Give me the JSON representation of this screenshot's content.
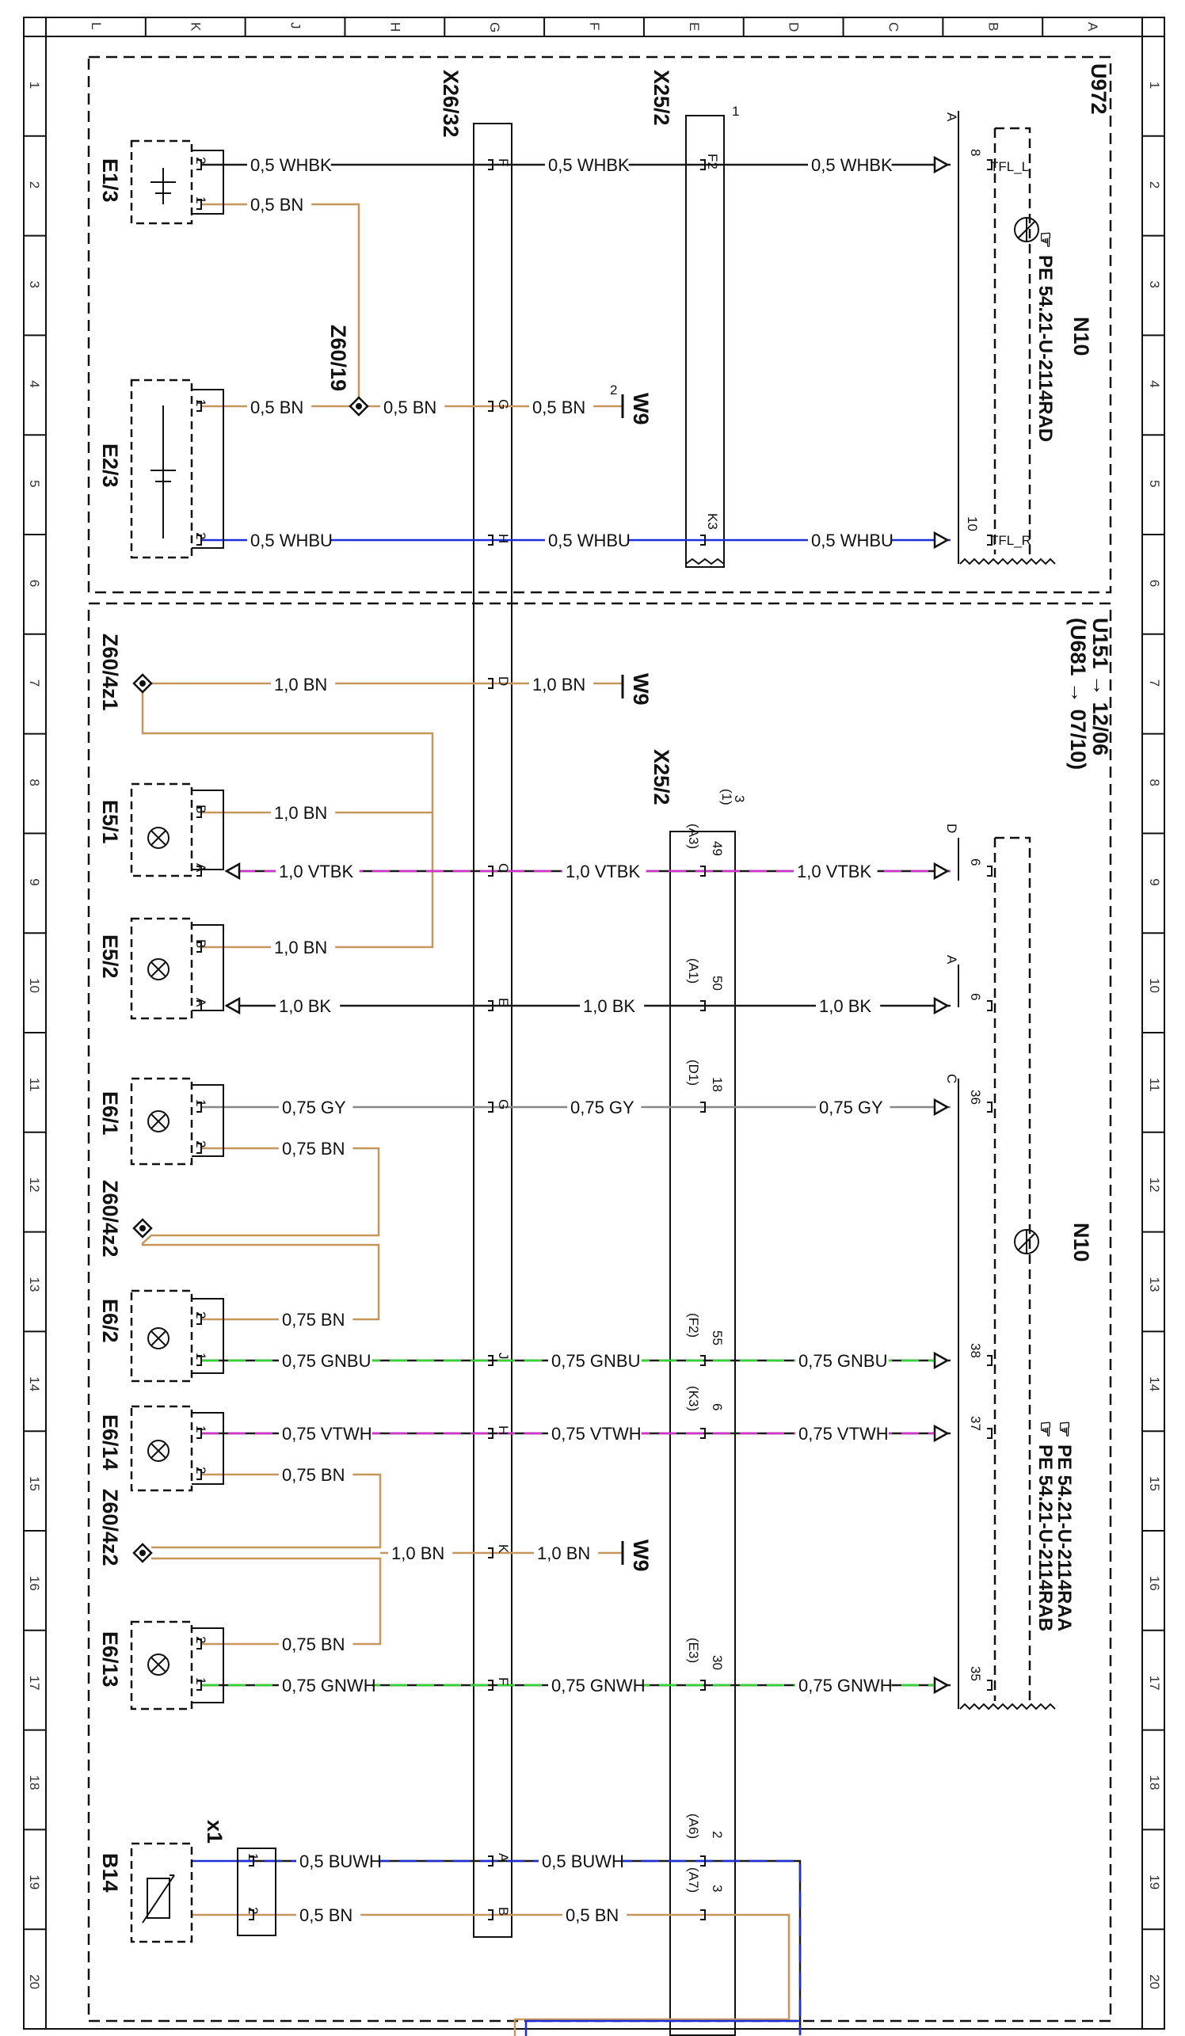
{
  "grid": {
    "letters": [
      "L",
      "K",
      "J",
      "H",
      "G",
      "F",
      "E",
      "D",
      "C",
      "B",
      "A"
    ],
    "rows": [
      "1",
      "2",
      "3",
      "4",
      "5",
      "6",
      "7",
      "8",
      "9",
      "10",
      "11",
      "12",
      "13",
      "14",
      "15",
      "16",
      "17",
      "18",
      "19",
      "20"
    ]
  },
  "colors": {
    "BN": "#c8955a",
    "WHBK": "#1a1a1a",
    "WHBU": "#1d2fd8",
    "BK": "#1a1a1a",
    "VTBK": "#d62fd0",
    "GY": "#888888",
    "GNBU": "#2fd62f",
    "VTWH": "#d62fd0",
    "GNWH": "#2fd62f",
    "BUWH": "#1d2fd8",
    "frame": "#111111"
  },
  "sections": [
    {
      "code": "U972"
    },
    {
      "code": "U151 → 12/06",
      "sub": "(U681 → 07/10)"
    }
  ],
  "components": {
    "E1_3": "E1/3",
    "E2_3": "E2/3",
    "E5_1": "E5/1",
    "E5_2": "E5/2",
    "E6_1": "E6/1",
    "E6_2": "E6/2",
    "E6_14": "E6/14",
    "E6_13": "E6/13",
    "B14": "B14",
    "x1": "x1",
    "Z60_19": "Z60/19",
    "Z60_4z1": "Z60/4z1",
    "Z60_4z2a": "Z60/4z2",
    "Z60_4z2b": "Z60/4z2",
    "X26_32": "X26/32",
    "X25_2_top": "X25/2",
    "X25_2_bot": "X25/2",
    "X25_top_index": "1",
    "X25_bot_index": "3",
    "X25_bot_sub": "(1)",
    "N10_top": "N10",
    "N10_bot": "N10",
    "W9_a": "W9",
    "W9_b": "W9",
    "W9_c": "W9",
    "W9_a_pin": "2"
  },
  "pe_refs": {
    "top": "PE 54.21-U-2114RAD",
    "bot1": "PE 54.21-U-2114RAA",
    "bot2": "PE 54.21-U-2114RAB"
  },
  "n10_top_pins": {
    "tfl_l": "TFL_L",
    "tfl_r": "TFL_R",
    "p8": "8",
    "p10": "10",
    "A": "A"
  },
  "wires": {
    "w1a": "0,5 WHBK",
    "w1b": "0,5 WHBK",
    "w1c": "0,5 WHBK",
    "w2": "0,5 BN",
    "w3a": "0,5 BN",
    "w3b": "0,5 BN",
    "w3c": "0,5 BN",
    "w4a": "0,5 WHBU",
    "w4b": "0,5 WHBU",
    "w4c": "0,5 WHBU",
    "w5a": "1,0 BN",
    "w5b": "1,0 BN",
    "w6": "1,0 BN",
    "w7a": "1,0 VTBK",
    "w7b": "1,0 VTBK",
    "w7c": "1,0 VTBK",
    "w8": "1,0 BN",
    "w9a": "1,0 BK",
    "w9b": "1,0 BK",
    "w9c": "1,0 BK",
    "w10a": "0,75 GY",
    "w10b": "0,75 GY",
    "w10c": "0,75 GY",
    "w11": "0,75 BN",
    "w12": "0,75 BN",
    "w13a": "0,75 GNBU",
    "w13b": "0,75 GNBU",
    "w13c": "0,75 GNBU",
    "w14a": "0,75 VTWH",
    "w14b": "0,75 VTWH",
    "w14c": "0,75 VTWH",
    "w15": "0,75 BN",
    "w16a": "1,0 BN",
    "w16b": "1,0 BN",
    "w17": "0,75 BN",
    "w18a": "0,75 GNWH",
    "w18b": "0,75 GNWH",
    "w18c": "0,75 GNWH",
    "w19a": "0,5 BUWH",
    "w19b": "0,5 BUWH",
    "w20a": "0,5 BN",
    "w20b": "0,5 BN"
  },
  "x26_pins": {
    "F": "F",
    "G1": "G",
    "H1": "H",
    "D": "D",
    "C": "C",
    "E": "E",
    "G2": "G",
    "J": "J",
    "H2": "H",
    "K": "K",
    "F2": "F",
    "A": "A",
    "B": "B"
  },
  "x25_top_pins": {
    "F2": "F2",
    "K3": "K3"
  },
  "x25_bot_pins": {
    "p49": "49",
    "p49s": "(A3)",
    "p50": "50",
    "p50s": "(A1)",
    "p18": "18",
    "p18s": "(D1)",
    "p55": "55",
    "p55s": "(F2)",
    "p6": "6",
    "p6s": "(K3)",
    "p30": "30",
    "p30s": "(E3)",
    "p2": "2",
    "p2s": "(A6)",
    "p3": "3",
    "p3s": "(A7)"
  },
  "n10_bot_pins": {
    "D": "D",
    "A": "A",
    "C": "C",
    "p6a": "6",
    "p6b": "6",
    "p36": "36",
    "p38": "38",
    "p37": "37",
    "p35": "35"
  },
  "comp_pins": {
    "e13_2": "2",
    "e13_1": "1",
    "e23_1": "1",
    "e23_2": "2",
    "e51_B": "B",
    "e51_A": "A",
    "e52_B": "B",
    "e52_A": "A",
    "e61_1": "1",
    "e61_2": "2",
    "e62_2": "2",
    "e62_1": "1",
    "e614_1": "1",
    "e614_2": "2",
    "e613_2": "2",
    "e613_1": "1",
    "x1_1": "1",
    "x1_2": "2"
  }
}
